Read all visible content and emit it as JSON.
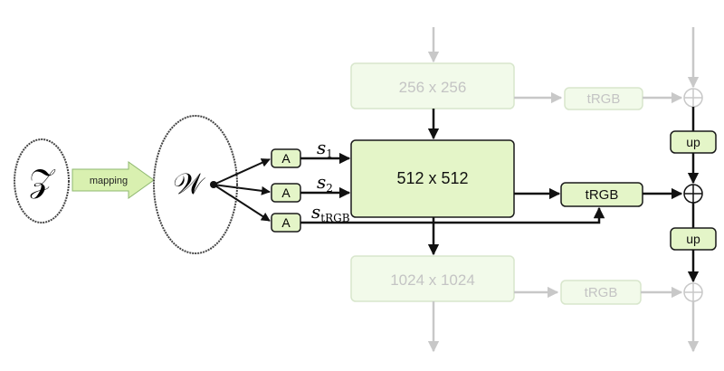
{
  "latent": {
    "z_symbol": "𝒵",
    "w_symbol": "𝒲",
    "mapping_label": "mapping"
  },
  "affine": {
    "label": "A"
  },
  "styles": {
    "s1": {
      "base": "s",
      "sub": "1"
    },
    "s2": {
      "base": "s",
      "sub": "2"
    },
    "srgb": {
      "base": "s",
      "sub": "tRGB"
    }
  },
  "blocks": {
    "top": "256 x 256",
    "main": "512 x 512",
    "bottom": "1024 x 1024"
  },
  "trgb": {
    "top": "tRGB",
    "main": "tRGB",
    "bottom": "tRGB"
  },
  "up": {
    "upper": "up",
    "lower": "up"
  },
  "colors": {
    "active_fill": "#e4f5c8",
    "active_stroke": "#1a1a1a",
    "faded_fill": "#f2faea",
    "faded_stroke": "#d8e6cc",
    "faded_text": "#c4c4c4",
    "faded_arrow": "#c8c8c8",
    "mapping_fill": "#d9f0b0"
  }
}
